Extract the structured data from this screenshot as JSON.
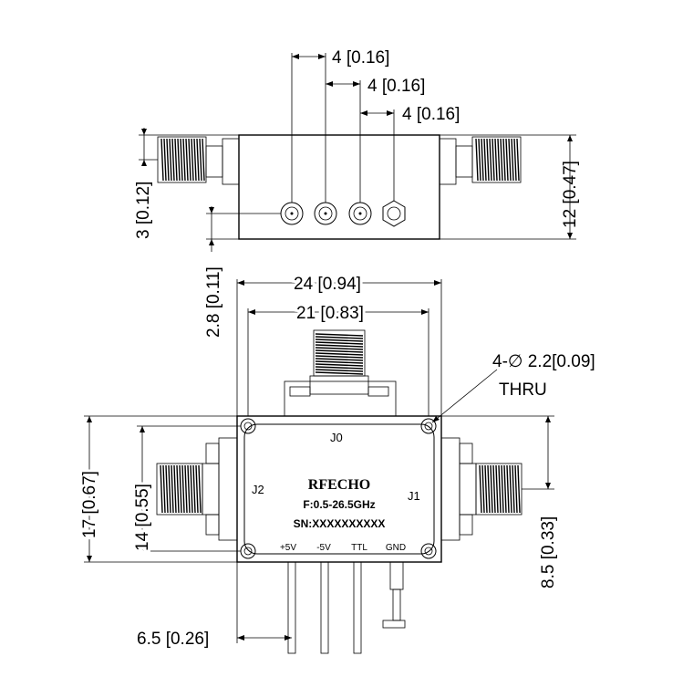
{
  "top_view": {
    "dims": {
      "pitch_1": "4 [0.16]",
      "pitch_2": "4 [0.16]",
      "pitch_3": "4 [0.16]",
      "connector_offset": "3 [0.12]",
      "height": "12 [0.47]",
      "pin_offset": "2.8 [0.11]"
    }
  },
  "front_view": {
    "dims": {
      "width_outer": "24 [0.94]",
      "width_holes": "21 [0.83]",
      "height_outer": "17 [0.67]",
      "height_holes": "14 [0.55]",
      "j1_offset": "8.5 [0.33]",
      "pin_offset": "6.5 [0.26]",
      "hole_callout": "4-∅ 2.2[0.09]",
      "hole_callout_2": "THRU"
    },
    "ports": {
      "j0": "J0",
      "j1": "J1",
      "j2": "J2"
    },
    "label": {
      "brand": "RFECHO",
      "frequency": "F:0.5-26.5GHz",
      "serial": "SN:XXXXXXXXXX"
    },
    "pins": [
      "+5V",
      "-5V",
      "TTL",
      "GND"
    ]
  }
}
